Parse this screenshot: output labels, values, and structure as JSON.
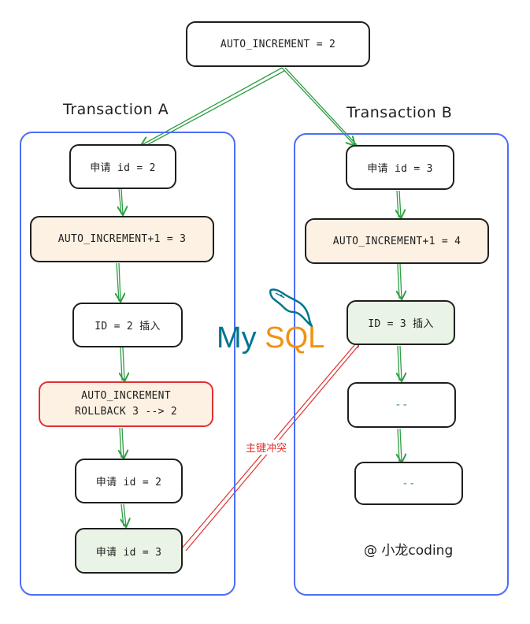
{
  "top": {
    "label": "AUTO_INCREMENT = 2"
  },
  "transaction_a": {
    "title": "Transaction A",
    "steps": [
      "申请 id = 2",
      "AUTO_INCREMENT+1 = 3",
      "ID = 2 插入",
      "AUTO_INCREMENT\nROLLBACK 3 --> 2",
      "申请 id = 2",
      "申请 id = 3"
    ]
  },
  "transaction_b": {
    "title": "Transaction B",
    "steps": [
      "申请 id = 3",
      "AUTO_INCREMENT+1 = 4",
      "ID = 3 插入",
      "--",
      "--"
    ]
  },
  "conflict_label": "主键冲突",
  "logo": {
    "my": "My",
    "sql": "SQL"
  },
  "credit": "@ 小龙coding",
  "colors": {
    "arrow_green": "#2f9e44",
    "arrow_red": "#e03131",
    "panel_blue": "#4c6ef5",
    "orange_fill": "#fdf1e3",
    "green_fill": "#e9f3e6"
  }
}
